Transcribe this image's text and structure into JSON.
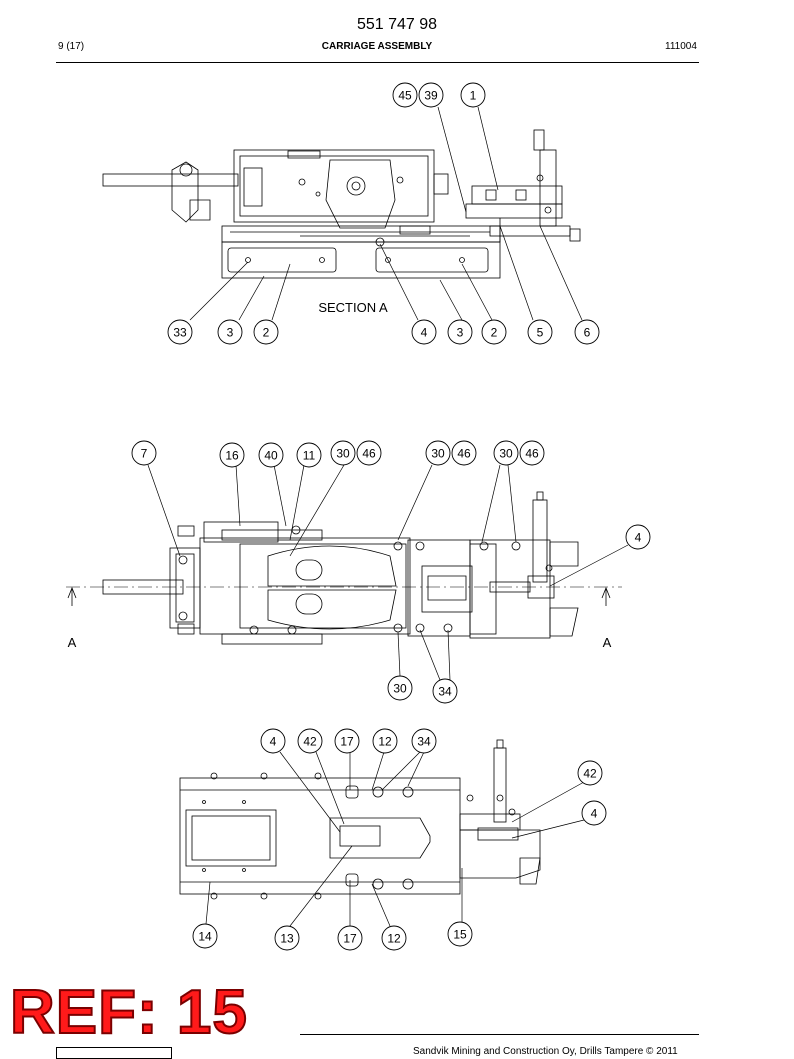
{
  "header": {
    "doc_number": "551 747 98",
    "page": "9 (17)",
    "title": "CARRIAGE ASSEMBLY",
    "date_code": "111004"
  },
  "views": {
    "section_label": "SECTION A",
    "section_marker": "A"
  },
  "callouts": {
    "top": [
      "45",
      "39",
      "1",
      "33",
      "3",
      "2",
      "4",
      "3",
      "2",
      "5",
      "6"
    ],
    "middle": [
      "7",
      "16",
      "40",
      "11",
      "30",
      "46",
      "30",
      "46",
      "30",
      "46",
      "4",
      "30",
      "34"
    ],
    "bottom": [
      "4",
      "42",
      "17",
      "12",
      "34",
      "42",
      "4",
      "14",
      "13",
      "17",
      "12",
      "15"
    ]
  },
  "stamp": {
    "text": "REF: 15"
  },
  "footer": {
    "copyright": "Sandvik Mining and Construction Oy, Drills Tampere © 2011"
  }
}
